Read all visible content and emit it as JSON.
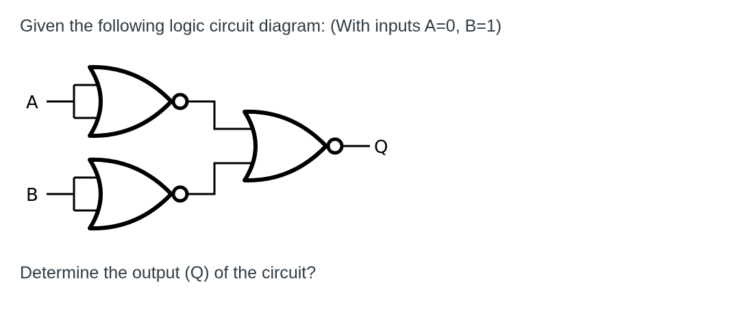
{
  "question": {
    "line1": "Given the following logic circuit diagram: (With inputs A=0, B=1)",
    "line2": "Determine the output (Q) of the circuit?"
  },
  "diagram": {
    "input_a_label": "A",
    "input_b_label": "B",
    "output_label": "Q",
    "gates": [
      {
        "name": "gate-1",
        "type": "NOR",
        "inputs": [
          "A",
          "A"
        ],
        "output_to": "gate-3"
      },
      {
        "name": "gate-2",
        "type": "NOR",
        "inputs": [
          "B",
          "B"
        ],
        "output_to": "gate-3"
      },
      {
        "name": "gate-3",
        "type": "NOR",
        "inputs": [
          "gate-1",
          "gate-2"
        ],
        "output": "Q"
      }
    ]
  }
}
